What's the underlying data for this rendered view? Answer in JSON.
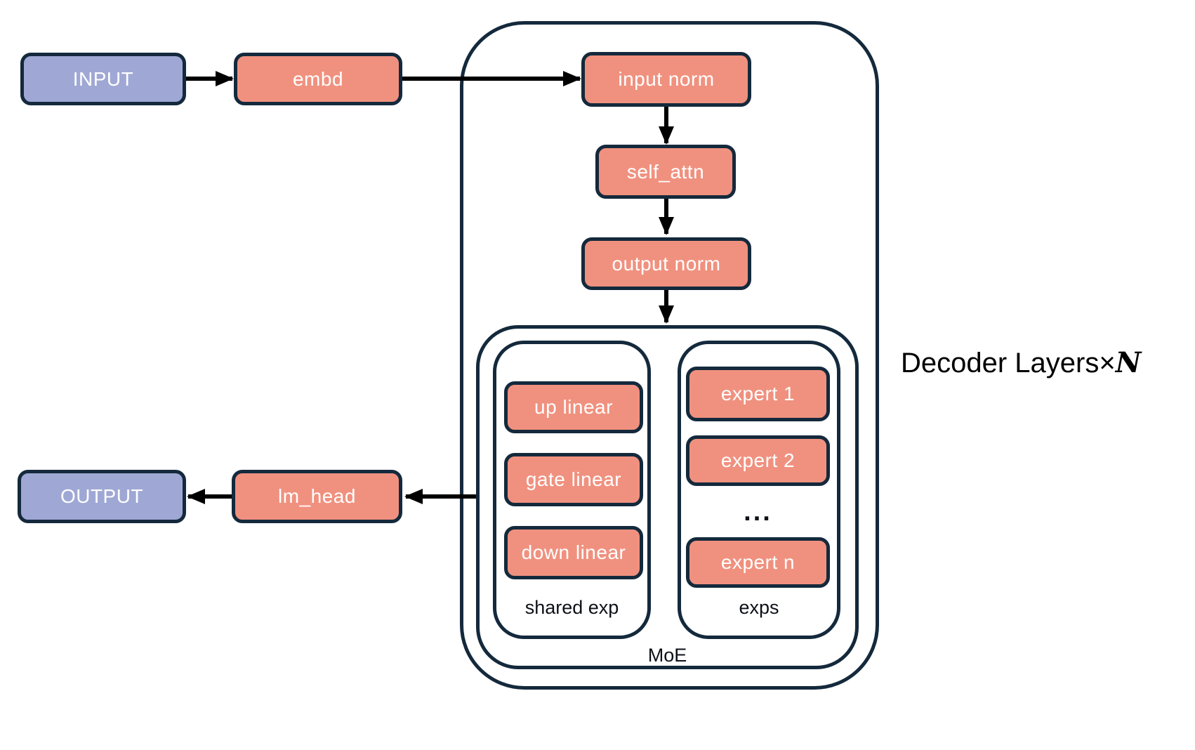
{
  "diagram": {
    "io": {
      "input_label": "INPUT",
      "output_label": "OUTPUT"
    },
    "pipeline": {
      "embd": "embd",
      "input_norm": "input norm",
      "self_attn": "self_attn",
      "output_norm": "output norm",
      "lm_head": "lm_head"
    },
    "decoder": {
      "title_prefix": "Decoder Layers",
      "times_symbol": "×",
      "repeat_count": "N"
    },
    "moe": {
      "label": "MoE",
      "shared_expert": {
        "label": "shared exp",
        "blocks": {
          "up": "up linear",
          "gate": "gate linear",
          "down": "down linear"
        }
      },
      "experts": {
        "label": "exps",
        "items": [
          "expert 1",
          "expert 2",
          "expert n"
        ],
        "ellipsis": "..."
      }
    },
    "colors": {
      "block_fill": "#f0917f",
      "io_fill": "#9fa8d4",
      "border": "#14293c",
      "arrow": "#000000",
      "background": "#ffffff",
      "label_text": "#0c1118",
      "block_text": "#ffffff"
    }
  }
}
